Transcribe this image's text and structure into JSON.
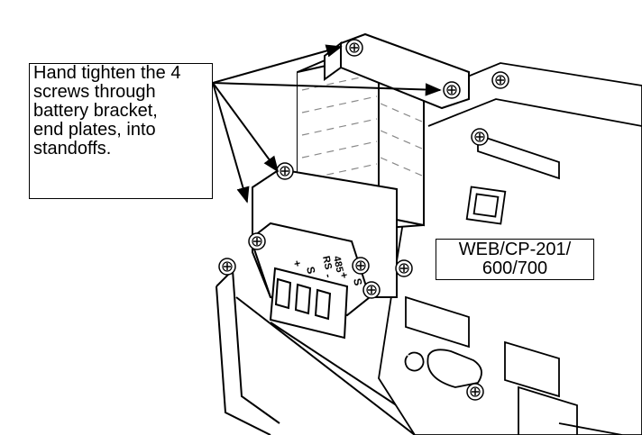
{
  "callout": {
    "lines": [
      "Hand tighten the 4",
      "screws through",
      "battery bracket,",
      "end plates, into",
      "standoffs."
    ]
  },
  "model_label": {
    "lines": [
      "WEB/CP-201/",
      "600/700"
    ]
  },
  "connector": {
    "lines": [
      "RS",
      "485"
    ],
    "pin_marks": [
      "+",
      "S",
      "-",
      "+",
      "S"
    ]
  },
  "colors": {
    "line": "#000000",
    "background": "#ffffff",
    "stripe": "#888888"
  }
}
